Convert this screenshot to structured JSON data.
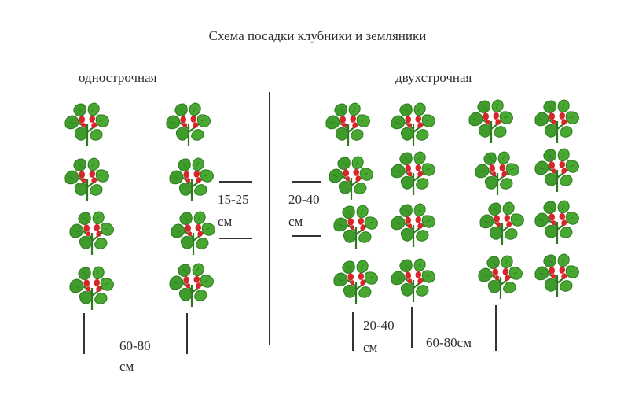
{
  "title": "Схема посадки клубники и земляники",
  "single_row": {
    "label": "однострочная",
    "row_spacing_value": "60-80",
    "row_spacing_unit": "см",
    "plant_spacing_value": "15-25",
    "plant_spacing_unit": "см"
  },
  "double_row": {
    "label": "двухстрочная",
    "plant_spacing_value": "20-40",
    "plant_spacing_unit": "см",
    "inner_spacing_value": "20-40",
    "inner_spacing_unit": "см",
    "outer_spacing": "60-80см"
  },
  "icons": {
    "plant": "strawberry-plant-icon"
  },
  "colors": {
    "leaf": "#3f9b2c",
    "leaf_dark": "#2c7a1e",
    "berry": "#d7262a",
    "text": "#2e2e2e"
  }
}
